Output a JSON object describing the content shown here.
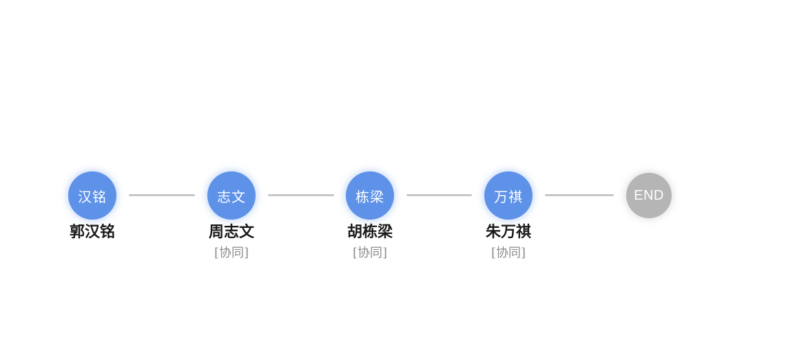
{
  "page": {
    "background_color": "#ffffff"
  },
  "flow": {
    "type": "approval-flow-chain",
    "colors": {
      "person_node": "#5e92e8",
      "end_node": "#b5b5b5",
      "connector": "#c6c6c6",
      "name_text": "#1a1a1a",
      "role_text": "#8b8b8b",
      "avatar_text": "#ffffff"
    },
    "nodes": [
      {
        "id": "node-1",
        "type": "person",
        "avatar_text": "汉铭",
        "name": "郭汉铭",
        "role": ""
      },
      {
        "id": "node-2",
        "type": "person",
        "avatar_text": "志文",
        "name": "周志文",
        "role": "[协同]"
      },
      {
        "id": "node-3",
        "type": "person",
        "avatar_text": "栋梁",
        "name": "胡栋梁",
        "role": "[协同]"
      },
      {
        "id": "node-4",
        "type": "person",
        "avatar_text": "万祺",
        "name": "朱万祺",
        "role": "[协同]"
      },
      {
        "id": "node-end",
        "type": "end",
        "avatar_text": "END",
        "name": "",
        "role": ""
      }
    ]
  }
}
